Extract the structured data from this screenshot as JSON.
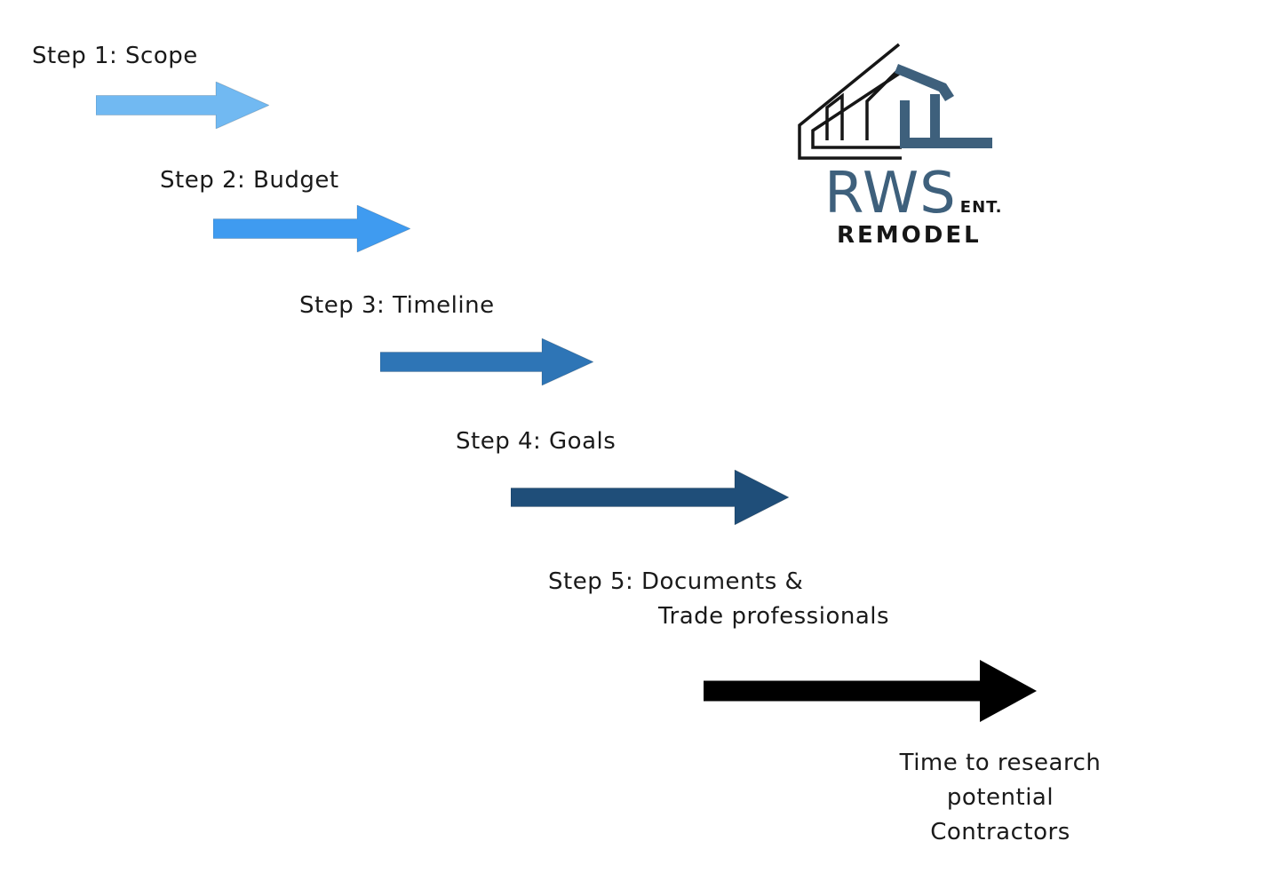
{
  "canvas": {
    "background": "#ffffff"
  },
  "steps": [
    {
      "label": "Step 1: Scope",
      "arrow_color": "#71B9F2"
    },
    {
      "label": "Step 2: Budget",
      "arrow_color": "#3F9BF0"
    },
    {
      "label": "Step 3: Timeline",
      "arrow_color": "#2E75B6"
    },
    {
      "label": "Step 4: Goals",
      "arrow_color": "#1F4E79"
    },
    {
      "label": "Step 5: Documents &",
      "label_line2": "Trade professionals",
      "arrow_color": "#000000"
    }
  ],
  "footer": {
    "line1": "Time to research potential",
    "line2": "Contractors"
  },
  "logo": {
    "company": "RWS",
    "suffix": "ENT.",
    "subtitle": "REMODEL",
    "brand_color": "#3E607C",
    "outline_color": "#161616"
  }
}
